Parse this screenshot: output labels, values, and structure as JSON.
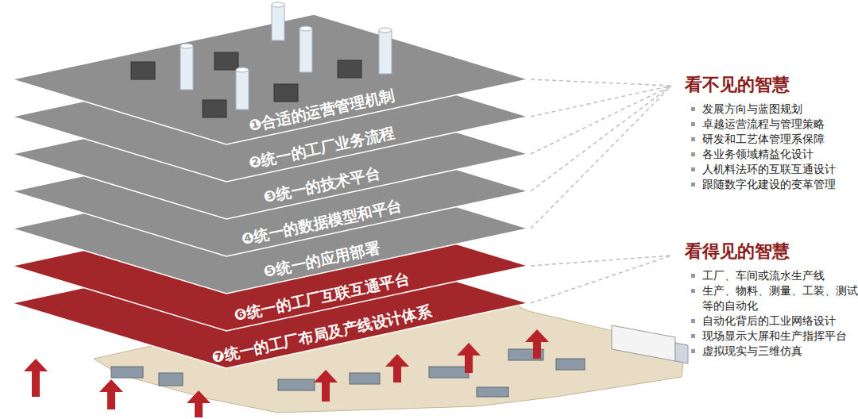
{
  "diagram": {
    "nodes": [
      {
        "text": [
          "❶合适的运营管理机制"
        ]
      },
      {
        "text": [
          "❷统一的工厂业务流程"
        ]
      },
      {
        "text": [
          "❸统一的技术平台"
        ]
      },
      {
        "text": [
          "❹统一的数据模型和平台"
        ]
      },
      {
        "text": [
          "❺统一的应用部署"
        ]
      },
      {
        "text": [
          "❻统一的工厂互联互通平台"
        ]
      },
      {
        "text": [
          "❼统一的工厂布局及产线设计体系"
        ]
      }
    ],
    "labels": [
      "看不见的智慧",
      "发展方向与蓝图规划",
      "卓越运营流程与管理策略",
      "研发和工艺体管理系保障",
      "各业务领域精益化设计",
      "人机料法环的互联互通设计",
      "跟随数字化建设的变革管理",
      "看得见的智慧",
      "工厂、车间或流水生产线",
      "生产、物料、测量、工装、测试等的自动化",
      "自动化背后的工业网络设计",
      "现场显示大屏和生产指挥平台",
      "虚拟现实与三维仿真"
    ]
  }
}
